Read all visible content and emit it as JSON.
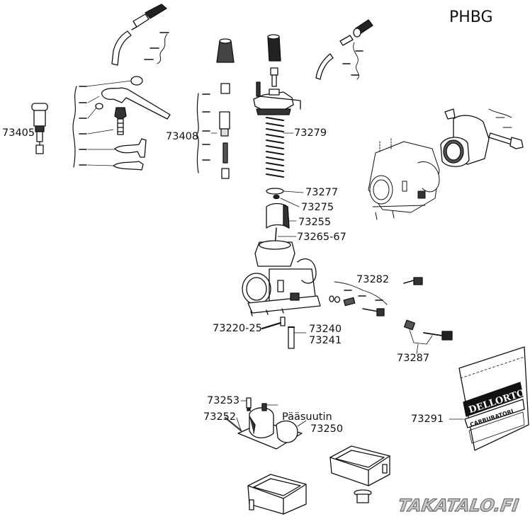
{
  "diagram": {
    "title": "PHBG",
    "subject": "Dell'Orto PHBG carburettor exploded view",
    "watermark": "TAKATALO.FI",
    "parts": [
      {
        "id": "73405",
        "label": "73405"
      },
      {
        "id": "73408",
        "label": "73408"
      },
      {
        "id": "73279",
        "label": "73279"
      },
      {
        "id": "73277",
        "label": "73277"
      },
      {
        "id": "73275",
        "label": "73275"
      },
      {
        "id": "73255",
        "label": "73255"
      },
      {
        "id": "73265-67",
        "label": "73265-67"
      },
      {
        "id": "73282",
        "label": "73282"
      },
      {
        "id": "73220-25",
        "label": "73220-25"
      },
      {
        "id": "73240",
        "label": "73240"
      },
      {
        "id": "73241",
        "label": "73241"
      },
      {
        "id": "73287",
        "label": "73287"
      },
      {
        "id": "73253",
        "label": "73253"
      },
      {
        "id": "73252",
        "label": "73252"
      },
      {
        "id": "main-jet",
        "label": "Pääsuutin"
      },
      {
        "id": "73250",
        "label": "73250"
      },
      {
        "id": "73291",
        "label": "73291"
      }
    ],
    "bag": {
      "brand": "DELLORTO",
      "subtitle": "CARBURATORI"
    }
  }
}
